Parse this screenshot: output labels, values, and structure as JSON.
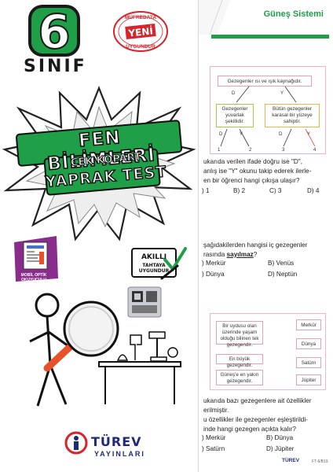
{
  "cover": {
    "grade_number": "6",
    "grade_word": "SINIF",
    "seal": {
      "top": "MÜFREDATA",
      "middle": "YENİ",
      "bottom": "UYGUNDUR"
    },
    "title": "FEN BİLİMLERİ",
    "subtitle_1": "ÇEK KOPART",
    "subtitle_2": "YAPRAK TEST",
    "mobile_label": "MOBİL OPTİK OKUYUCULU",
    "smartboard_line1": "AKILLI",
    "smartboard_line2": "TAHTAYA UYGUNDUR",
    "publisher_name": "TÜREV",
    "publisher_sub": "YAYINLARI",
    "colors": {
      "grade_green": "#1e9f48",
      "publisher_blue": "#1e2a78",
      "seal_red": "#d8232a",
      "accent_orange": "#e8522a"
    }
  },
  "page": {
    "section_title": "Güneş Sistemi",
    "q1": {
      "root": "Gezegenler ısı ve ışık kaynağıdır.",
      "left_branch": "Gezegenler yuvarlak şekillidir.",
      "right_branch": "Bütün gezegenler karasal bir yüzeye sahiptir.",
      "d": "D",
      "y": "Y",
      "exits": [
        "1",
        "2",
        "3",
        "4"
      ],
      "text_line1": "ukarıda verilen ifade doğru ise \"D\",",
      "text_line2": "anlış ise \"Y\" okunu takip ederek ilerle-",
      "text_line3": "en bir öğrenci hangi çıkışa ulaşır?",
      "options": [
        ") 1",
        "B) 2",
        "C) 3",
        "D) 4"
      ]
    },
    "q2": {
      "text_line1": "şağıdakilerden hangisi iç gezegenler",
      "text_prefix": "rasında ",
      "text_emph": "sayılmaz",
      "text_suffix": "?",
      "options": [
        ") Merkür",
        "B) Venüs",
        ") Dünya",
        "D) Neptün"
      ]
    },
    "q3": {
      "left_items": [
        "Bir uydusu olan üzerinde yaşam olduğu bilinen tek gezegendir.",
        "En büyük gezegendir.",
        "Güneş'e en yakın gezegendir."
      ],
      "right_items": [
        "Merkür",
        "Dünya",
        "Satürn",
        "Jüpiter"
      ],
      "text_line1": "ukarıda bazı gezegenlere ait özellikler",
      "text_line2": "erilmiştir.",
      "text_line3": "u özellikler ile gezegenler eşleştirildi-",
      "text_line4": "inde hangi gezegen açıkta kalır?",
      "options": [
        ") Merkür",
        "B) Dünya",
        ") Satürn",
        "D) Jüpiter"
      ]
    },
    "footer_logo": "TÜREV",
    "footer_code": "FT-6/B19"
  }
}
